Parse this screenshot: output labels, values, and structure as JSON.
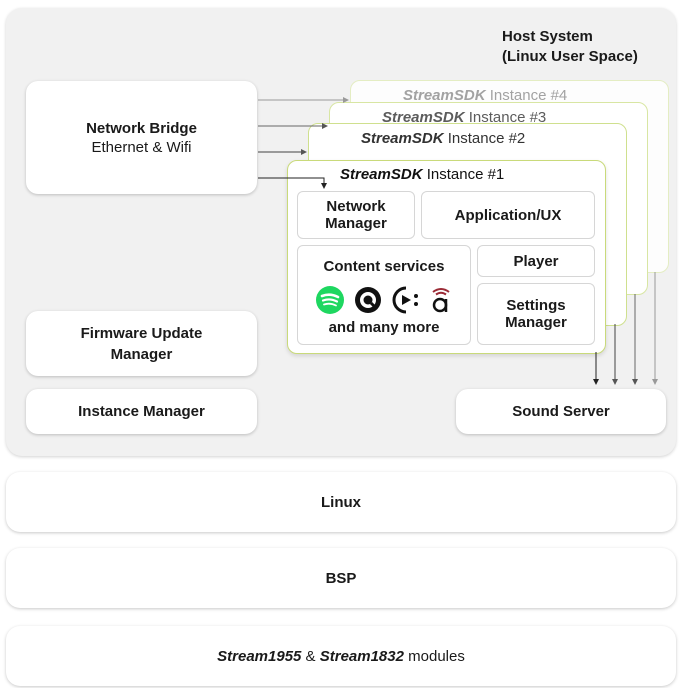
{
  "host_system": {
    "title_line1": "Host System",
    "title_line2": "(Linux User Space)"
  },
  "network_bridge": {
    "title": "Network Bridge",
    "subtitle": "Ethernet & Wifi"
  },
  "firmware_update_manager": {
    "label_line1": "Firmware Update",
    "label_line2": "Manager"
  },
  "instance_manager": {
    "label": "Instance Manager"
  },
  "sound_server": {
    "label": "Sound Server"
  },
  "instances": [
    {
      "brand": "StreamSDK",
      "label": "Instance #4"
    },
    {
      "brand": "StreamSDK",
      "label": "Instance #3"
    },
    {
      "brand": "StreamSDK",
      "label": "Instance #2"
    },
    {
      "brand": "StreamSDK",
      "label": "Instance #1"
    }
  ],
  "instance1": {
    "network_manager_line1": "Network",
    "network_manager_line2": "Manager",
    "application_ux": "Application/UX",
    "content_services": "Content services",
    "content_services_more": "and many more",
    "player": "Player",
    "settings_manager_line1": "Settings",
    "settings_manager_line2": "Manager",
    "service_icons": [
      "spotify-icon",
      "qobuz-icon",
      "tidal-connect-icon",
      "amazon-music-icon"
    ]
  },
  "layers": {
    "linux": "Linux",
    "bsp": "BSP",
    "modules_part1": "Stream1955",
    "modules_amp": " & ",
    "modules_part2": "Stream1832",
    "modules_suffix": " modules"
  },
  "colors": {
    "instance_border": "#c9da7a",
    "spotify": "#1ed760",
    "amazon_accent": "#9b2b36"
  }
}
